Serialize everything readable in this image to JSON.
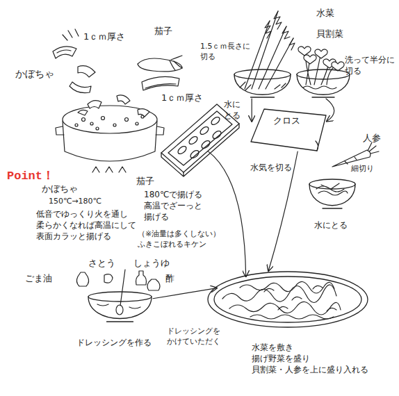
{
  "diagram": {
    "nodes": [
      {
        "text": [
          "水菜",
          "1.5ｃｍ長さに 切る"
        ]
      },
      {
        "text": [
          "貝割菜",
          "洗って半分に 切る"
        ]
      },
      {
        "text": [
          "クロス",
          "水気を切る"
        ]
      },
      {
        "text": [
          "茄子",
          "180℃で揚げる 高温でざーっと 揚げる",
          "（※油量は多くしない） ふきこぼれるキケン"
        ]
      },
      {
        "text": [
          "人参",
          "細切り",
          "水にとる"
        ]
      },
      {
        "text": [
          "ドレッシングを作る"
        ]
      },
      {
        "text": [
          "水菜を敷き 揚げ野菜を盛り 貝割菜・人参を上に盛り入れる"
        ]
      }
    ],
    "edges": [
      {
        "from": 0,
        "to": 2,
        "arrow": "to",
        "label": "水に とる"
      },
      {
        "from": 1,
        "to": 2,
        "arrow": "to"
      },
      {
        "from": 2,
        "to": 6,
        "arrow": "to"
      },
      {
        "from": 3,
        "to": 6,
        "arrow": "to"
      },
      {
        "from": 5,
        "to": 6,
        "arrow": "to",
        "label": "ドレッシングを かけていただく"
      }
    ],
    "labels": [
      "1ｃｍ厚さ",
      "茄子",
      "かぼちゃ",
      "1ｃｍ厚さ",
      "Point！",
      "かぼちゃ",
      "150℃→180℃",
      "低音でゆっくり火を通し 柔らかくなれば高温にして 表面カラッと揚げる",
      "ごま油",
      "さとう",
      "しょうゆ",
      "酢"
    ]
  }
}
